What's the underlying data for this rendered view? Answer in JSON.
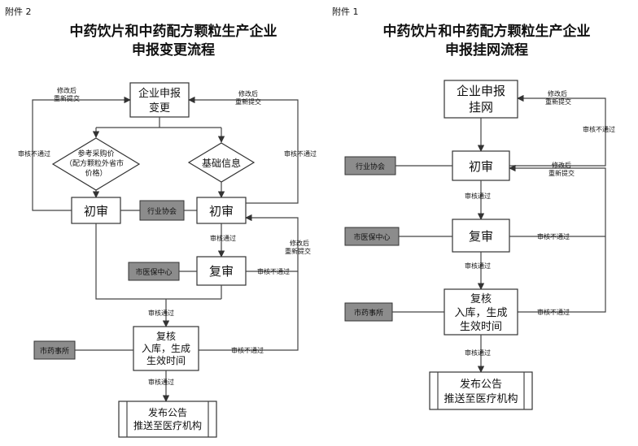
{
  "left": {
    "attachment": "附件 2",
    "title_line1": "中药饮片和中药配方颗粒生产企业",
    "title_line2": "申报变更流程",
    "box_apply_line1": "企业申报",
    "box_apply_line2": "变更",
    "diamond_price_line1": "参考采购价",
    "diamond_price_line2": "（配方颗粒外省市",
    "diamond_price_line3": "价格）",
    "diamond_basic": "基础信息",
    "box_initial_a": "初审",
    "box_initial_b": "初审",
    "box_review": "复审",
    "box_recheck_line1": "复核",
    "box_recheck_line2": "入库，生成",
    "box_recheck_line3": "生效时间",
    "box_publish_line1": "发布公告",
    "box_publish_line2": "推送至医疗机构",
    "org_industry": "行业协会",
    "org_medical": "市医保中心",
    "org_drug": "市药事所",
    "lbl_modify_left_1": "修改后",
    "lbl_modify_left_2": "重新提交",
    "lbl_modify_right_1": "修改后",
    "lbl_modify_right_2": "重新提交",
    "lbl_modify_mid_1": "修改后",
    "lbl_modify_mid_2": "重新提交",
    "lbl_fail_left": "审核不通过",
    "lbl_fail_right": "审核不通过",
    "lbl_fail_review": "审核不通过",
    "lbl_fail_recheck": "审核不通过",
    "lbl_pass_1": "审核通过",
    "lbl_pass_2": "审核通过",
    "lbl_pass_3": "审核通过"
  },
  "right": {
    "attachment": "附件 1",
    "title_line1": "中药饮片和中药配方颗粒生产企业",
    "title_line2": "申报挂网流程",
    "box_apply_line1": "企业申报",
    "box_apply_line2": "挂网",
    "box_initial": "初审",
    "box_review": "复审",
    "box_recheck_line1": "复核",
    "box_recheck_line2": "入库，生成",
    "box_recheck_line3": "生效时间",
    "box_publish_line1": "发布公告",
    "box_publish_line2": "推送至医疗机构",
    "org_industry": "行业协会",
    "org_medical": "市医保中心",
    "org_drug": "市药事所",
    "lbl_modify_top_1": "修改后",
    "lbl_modify_top_2": "重新提交",
    "lbl_modify_mid_1": "修改后",
    "lbl_modify_mid_2": "重新提交",
    "lbl_fail_top": "审核不通过",
    "lbl_fail_review": "审核不通过",
    "lbl_fail_recheck": "审核不通过",
    "lbl_pass_1": "审核通过",
    "lbl_pass_2": "审核通过",
    "lbl_pass_3": "审核通过"
  }
}
